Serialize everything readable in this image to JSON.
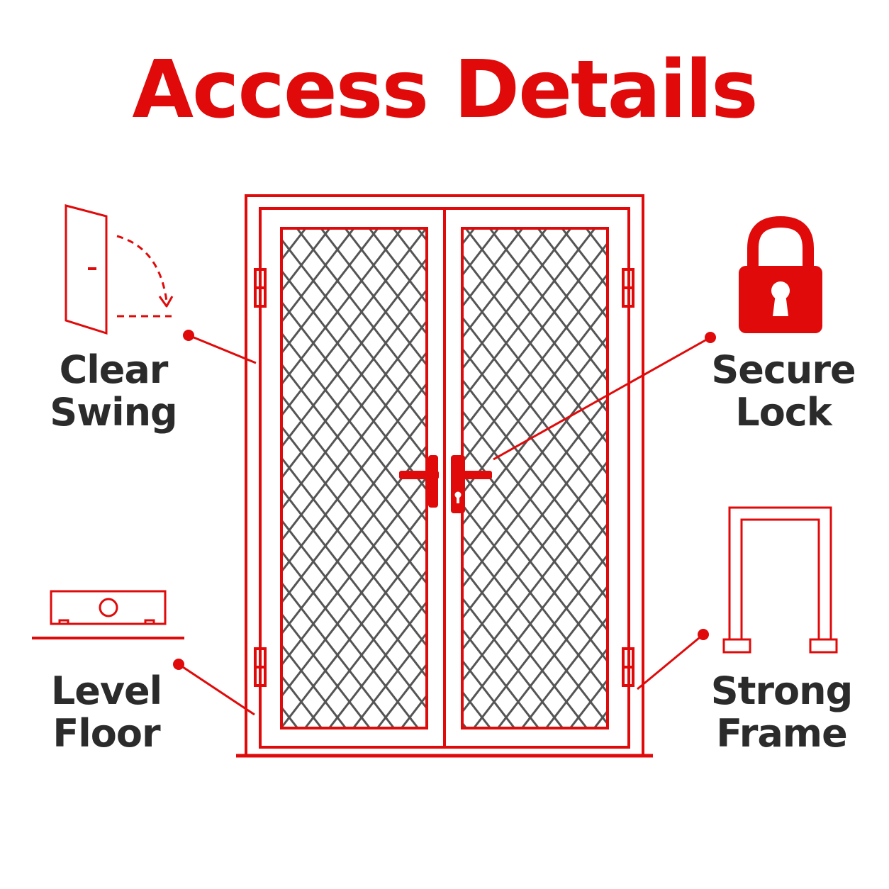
{
  "title": "Access Details",
  "colors": {
    "accent": "#e00a0a",
    "text": "#2b2b2b",
    "mesh": "#555555",
    "background": "#ffffff"
  },
  "features": {
    "clear_swing": {
      "line1": "Clear",
      "line2": "Swing",
      "icon": "door-swing-icon"
    },
    "secure_lock": {
      "line1": "Secure",
      "line2": "Lock",
      "icon": "padlock-icon"
    },
    "level_floor": {
      "line1": "Level",
      "line2": "Floor",
      "icon": "spirit-level-icon"
    },
    "strong_frame": {
      "line1": "Strong",
      "line2": "Frame",
      "icon": "door-frame-icon"
    }
  }
}
